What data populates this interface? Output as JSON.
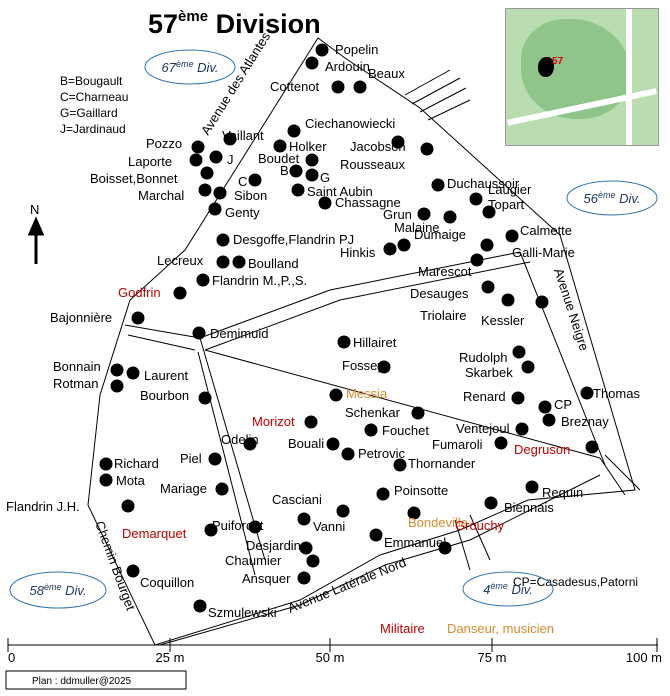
{
  "title": {
    "main": "57",
    "sup": "ème",
    "rest": " Division"
  },
  "legend_abbrev": [
    "B=Bougault",
    "C=Charneau",
    "G=Gaillard",
    "J=Jardinaud"
  ],
  "legend_cp": "CP=Casadesus,Patorni",
  "neighbors": [
    {
      "num": "67",
      "sup": "ème",
      "rest": " Div."
    },
    {
      "num": "56",
      "sup": "ème",
      "rest": " Div."
    },
    {
      "num": "58",
      "sup": "ème",
      "rest": " Div."
    },
    {
      "num": "4",
      "sup": "ème",
      "rest": " Div."
    }
  ],
  "north": "N",
  "roads": {
    "atlantes": "Avenue des Atlantes",
    "neigre": "Avenue Neigre",
    "laterale": "Avenue Latérale Nord",
    "bourget": "Chemin Bourget"
  },
  "inset": {
    "label": "57"
  },
  "key": {
    "military": "Militaire",
    "dancer": "Danseur, musicien"
  },
  "colors": {
    "military": "#c00000",
    "dancer": "#d88b2f",
    "dot": "#000000",
    "ellipse": "#2e75b6"
  },
  "scale": {
    "ticks": [
      "0",
      "25 m",
      "50 m",
      "75 m",
      "100 m"
    ]
  },
  "credit": "Plan : ddmuller@2025",
  "graves": [
    {
      "label": "Popelin",
      "cat": "normal"
    },
    {
      "label": "Ardouin",
      "cat": "normal"
    },
    {
      "label": "Cottenot",
      "cat": "normal"
    },
    {
      "label": "Beaux",
      "cat": "normal"
    },
    {
      "label": "Ciechanowiecki",
      "cat": "normal"
    },
    {
      "label": "Pozzo",
      "cat": "normal"
    },
    {
      "label": "Vaillant",
      "cat": "normal"
    },
    {
      "label": "Laporte",
      "cat": "normal"
    },
    {
      "label": "J",
      "cat": "normal"
    },
    {
      "label": "Boisset,Bonnet",
      "cat": "normal"
    },
    {
      "label": "Marchal",
      "cat": "normal"
    },
    {
      "label": "C",
      "cat": "normal"
    },
    {
      "label": "Sibon",
      "cat": "normal"
    },
    {
      "label": "Genty",
      "cat": "normal"
    },
    {
      "label": "Holker",
      "cat": "normal"
    },
    {
      "label": "Boudet",
      "cat": "normal"
    },
    {
      "label": "B",
      "cat": "normal"
    },
    {
      "label": "G",
      "cat": "normal"
    },
    {
      "label": "Saint Aubin",
      "cat": "normal"
    },
    {
      "label": "Chassagne",
      "cat": "normal"
    },
    {
      "label": "Jacobson",
      "cat": "normal"
    },
    {
      "label": "Rousseaux",
      "cat": "normal"
    },
    {
      "label": "Duchaussoir",
      "cat": "normal"
    },
    {
      "label": "Laugier",
      "cat": "normal"
    },
    {
      "label": "Topart",
      "cat": "normal"
    },
    {
      "label": "Grun",
      "cat": "normal"
    },
    {
      "label": "Malaine",
      "cat": "normal"
    },
    {
      "label": "Dumaige",
      "cat": "normal"
    },
    {
      "label": "Hinkis",
      "cat": "normal"
    },
    {
      "label": "Calmette",
      "cat": "normal"
    },
    {
      "label": "Galli-Marie",
      "cat": "normal"
    },
    {
      "label": "Desgoffe,Flandrin PJ",
      "cat": "normal"
    },
    {
      "label": "Lecreux",
      "cat": "normal"
    },
    {
      "label": "Boulland",
      "cat": "normal"
    },
    {
      "label": "Flandrin M.,P.,S.",
      "cat": "normal"
    },
    {
      "label": "Marescot",
      "cat": "normal"
    },
    {
      "label": "Godfrin",
      "cat": "military"
    },
    {
      "label": "Bajonnière",
      "cat": "normal"
    },
    {
      "label": "Desauges",
      "cat": "normal"
    },
    {
      "label": "Triolaire",
      "cat": "normal"
    },
    {
      "label": "Kessler",
      "cat": "normal"
    },
    {
      "label": "Demimuid",
      "cat": "normal"
    },
    {
      "label": "Hillairet",
      "cat": "normal"
    },
    {
      "label": "Bonnain",
      "cat": "normal"
    },
    {
      "label": "Rotman",
      "cat": "normal"
    },
    {
      "label": "Laurent",
      "cat": "normal"
    },
    {
      "label": "Fossey",
      "cat": "normal"
    },
    {
      "label": "Rudolph",
      "cat": "normal"
    },
    {
      "label": "Skarbek",
      "cat": "normal"
    },
    {
      "label": "Bourbon",
      "cat": "normal"
    },
    {
      "label": "Messia",
      "cat": "dancer"
    },
    {
      "label": "Renard",
      "cat": "normal"
    },
    {
      "label": "CP",
      "cat": "normal"
    },
    {
      "label": "Thomas",
      "cat": "normal"
    },
    {
      "label": "Schenkar",
      "cat": "normal"
    },
    {
      "label": "Breznay",
      "cat": "normal"
    },
    {
      "label": "Morizot",
      "cat": "military"
    },
    {
      "label": "Fouchet",
      "cat": "normal"
    },
    {
      "label": "Ventejoul",
      "cat": "normal"
    },
    {
      "label": "Odelin",
      "cat": "normal"
    },
    {
      "label": "Bouali",
      "cat": "normal"
    },
    {
      "label": "Petrovic",
      "cat": "normal"
    },
    {
      "label": "Fumaroli",
      "cat": "normal"
    },
    {
      "label": "Degruson",
      "cat": "military"
    },
    {
      "label": "Piel",
      "cat": "normal"
    },
    {
      "label": "Thornander",
      "cat": "normal"
    },
    {
      "label": "Richard",
      "cat": "normal"
    },
    {
      "label": "Mota",
      "cat": "normal"
    },
    {
      "label": "Mariage",
      "cat": "normal"
    },
    {
      "label": "Poinsotte",
      "cat": "normal"
    },
    {
      "label": "Requin",
      "cat": "normal"
    },
    {
      "label": "Flandrin J.H.",
      "cat": "normal"
    },
    {
      "label": "Casciani",
      "cat": "normal"
    },
    {
      "label": "Biennais",
      "cat": "normal"
    },
    {
      "label": "Puiforcat",
      "cat": "normal"
    },
    {
      "label": "Vanni",
      "cat": "normal"
    },
    {
      "label": "Bondeville",
      "cat": "dancer"
    },
    {
      "label": "Demarquet",
      "cat": "military"
    },
    {
      "label": "Grouchy",
      "cat": "military"
    },
    {
      "label": "Desjardins",
      "cat": "normal"
    },
    {
      "label": "Emmanuel",
      "cat": "normal"
    },
    {
      "label": "Chaumier",
      "cat": "normal"
    },
    {
      "label": "Ansquer",
      "cat": "normal"
    },
    {
      "label": "Coquillon",
      "cat": "normal"
    },
    {
      "label": "Szmulewski",
      "cat": "normal"
    }
  ]
}
